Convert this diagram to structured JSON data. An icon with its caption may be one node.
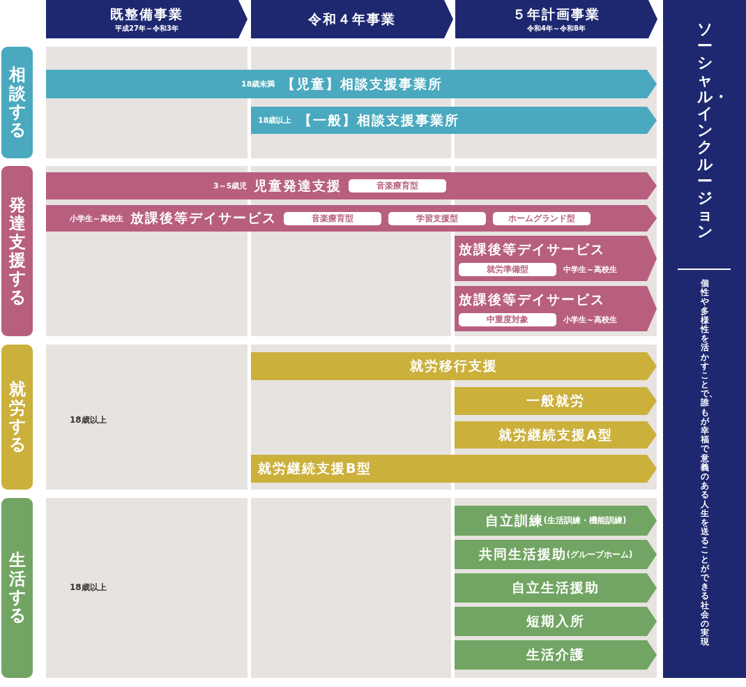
{
  "diagram": {
    "nodes": [
      {
        "text": [
          "既整備事業",
          "平成27年～令和3年"
        ]
      },
      {
        "text": [
          "令和４年事業"
        ]
      },
      {
        "text": [
          "５年計画事業",
          "令和4年～令和8年"
        ]
      },
      {
        "text": [
          "ソーシャル・インクルージョン",
          "個性や多様性を活かすことで、誰もが幸福で意義のある人生を送ることができる社会の実現"
        ]
      },
      {
        "text": [
          "相談する"
        ]
      },
      {
        "text": [
          "18歳未満",
          "【児童】相談支援事業所"
        ]
      },
      {
        "text": [
          "18歳以上",
          "【一般】相談支援事業所"
        ]
      },
      {
        "text": [
          "発達支援する"
        ]
      },
      {
        "text": [
          "3～5歳児",
          "児童発達支援"
        ]
      },
      {
        "text": [
          "音楽療育型"
        ],
        "in": 8
      },
      {
        "text": [
          "小学生～高校生",
          "放課後等デイサービス"
        ]
      },
      {
        "text": [
          "音楽療育型"
        ],
        "in": 10
      },
      {
        "text": [
          "学習支援型"
        ],
        "in": 10
      },
      {
        "text": [
          "ホームグランド型"
        ],
        "in": 10
      },
      {
        "text": [
          "放課後等デイサービス",
          "中学生～高校生"
        ]
      },
      {
        "text": [
          "就労準備型"
        ],
        "in": 14
      },
      {
        "text": [
          "放課後等デイサービス",
          "小学生～高校生"
        ]
      },
      {
        "text": [
          "中重度対象"
        ],
        "in": 16
      },
      {
        "text": [
          "就労する"
        ]
      },
      {
        "text": [
          "就労移行支援"
        ]
      },
      {
        "text": [
          "一般就労"
        ]
      },
      {
        "text": [
          "就労継続支援A型"
        ]
      },
      {
        "text": [
          "就労継続支援B型"
        ]
      },
      {
        "text": [
          "生活する"
        ]
      },
      {
        "text": [
          "自立訓練",
          "(生活訓練・機能訓練)"
        ]
      },
      {
        "text": [
          "共同生活援助",
          "(グループホーム)"
        ]
      },
      {
        "text": [
          "自立生活援助"
        ]
      },
      {
        "text": [
          "短期入所"
        ]
      },
      {
        "text": [
          "生活介護"
        ]
      }
    ],
    "edges": [],
    "labels": [
      "18歳以上",
      "18歳以上"
    ]
  }
}
